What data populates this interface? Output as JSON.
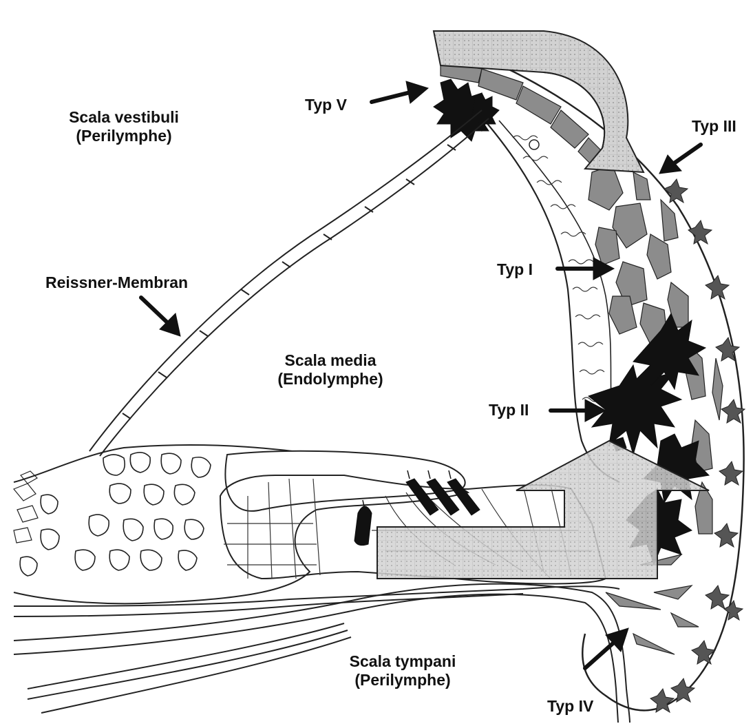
{
  "labels": {
    "scala_vestibuli": "Scala vestibuli",
    "scala_vestibuli_sub": "(Perilymphe)",
    "reissner": "Reissner-Membran",
    "scala_media": "Scala media",
    "scala_media_sub": "(Endolymphe)",
    "scala_tympani": "Scala tympani",
    "scala_tympani_sub": "(Perilymphe)",
    "typ_1": "Typ I",
    "typ_2": "Typ II",
    "typ_3": "Typ III",
    "typ_4": "Typ IV",
    "typ_5": "Typ V"
  },
  "colors": {
    "line": "#222222",
    "fibrocyte_dark": "#111111",
    "fibrocyte_gray": "#8c8c8c",
    "arrow_fill": "#c9c9c9",
    "background": "#ffffff"
  }
}
